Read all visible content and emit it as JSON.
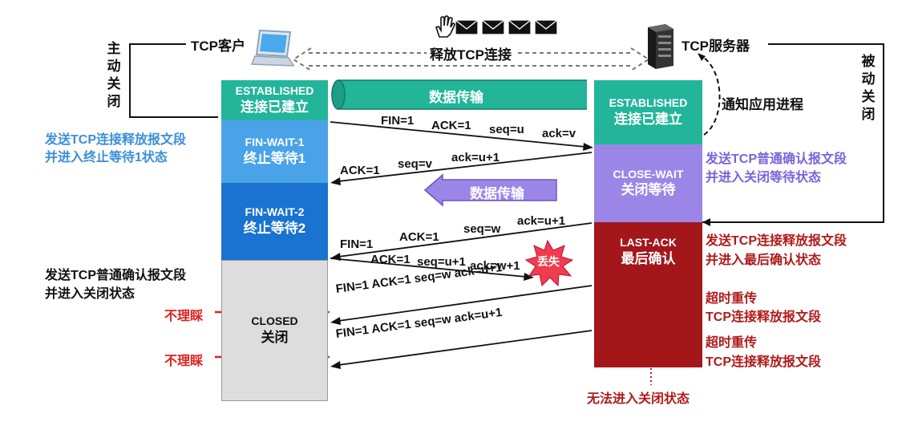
{
  "client": {
    "title": "TCP客户",
    "side_label": "主动关闭",
    "states": [
      {
        "name": "ESTABLISHED",
        "desc": "连接已建立",
        "color": "#22b59a"
      },
      {
        "name": "FIN-WAIT-1",
        "desc": "终止等待1",
        "color": "#4aa3e8"
      },
      {
        "name": "FIN-WAIT-2",
        "desc": "终止等待2",
        "color": "#1a73d0"
      },
      {
        "name": "CLOSED",
        "desc": "关闭",
        "color": "#dddddd"
      }
    ],
    "notes": {
      "send_fin": [
        "发送TCP连接释放报文段",
        "并进入终止等待1状态"
      ],
      "send_ack": [
        "发送TCP普通确认报文段",
        "并进入关闭状态"
      ],
      "ignore_1": "不理睬",
      "ignore_2": "不理睬"
    }
  },
  "server": {
    "title": "TCP服务器",
    "side_label": "被动关闭",
    "notify": "通知应用进程",
    "states": [
      {
        "name": "ESTABLISHED",
        "desc": "连接已建立",
        "color": "#22b59a"
      },
      {
        "name": "CLOSE-WAIT",
        "desc": "关闭等待",
        "color": "#9b86e8"
      },
      {
        "name": "LAST-ACK",
        "desc": "最后确认",
        "color": "#a3171b"
      }
    ],
    "notes": {
      "send_ack": [
        "发送TCP普通确认报文段",
        "并进入关闭等待状态"
      ],
      "send_fin": [
        "发送TCP连接释放报文段",
        "并进入最后确认状态"
      ],
      "retrans_1": [
        "超时重传",
        "TCP连接释放报文段"
      ],
      "retrans_2": [
        "超时重传",
        "TCP连接释放报文段"
      ],
      "cannot_close": "无法进入关闭状态"
    }
  },
  "banner": {
    "release": "释放TCP连接",
    "data_transfer": "数据传输",
    "data_transfer_2": "数据传输",
    "lost": "丢失"
  },
  "messages": {
    "m1": {
      "a": "FIN=1",
      "b": "ACK=1",
      "c": "seq=u",
      "d": "ack=v"
    },
    "m2": {
      "a": "ACK=1",
      "b": "seq=v",
      "c": "ack=u+1"
    },
    "m3": {
      "a": "FIN=1",
      "b": "ACK=1",
      "c": "seq=w",
      "d": "ack=u+1"
    },
    "m4": {
      "a": "ACK=1",
      "b": "seq=u+1",
      "c": "ack=w+1"
    },
    "m5": "FIN=1 ACK=1 seq=w ack=u+1",
    "m6": "FIN=1 ACK=1 seq=w ack=u+1"
  },
  "colors": {
    "arrow_red": "#e02020",
    "teal": "#22b59a"
  },
  "icons": [
    "laptop-icon",
    "server-icon",
    "hand-icon",
    "envelope-icon"
  ]
}
